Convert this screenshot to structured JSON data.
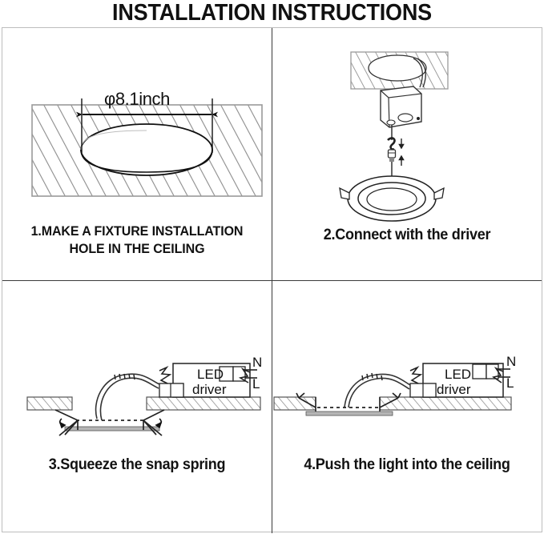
{
  "document": {
    "title": "INSTALLATION INSTRUCTIONS"
  },
  "panels": [
    {
      "number": "1",
      "caption": "1.MAKE A FIXTURE INSTALLATION\nHOLE IN THE CEILING",
      "dimension_label": "φ8.1inch",
      "illustration": "ceiling-cross-section-with-round-hole"
    },
    {
      "number": "2",
      "caption": "2.Connect with the driver",
      "illustration": "driver-box-hanging-below-ceiling-connected-to-downlight"
    },
    {
      "number": "3",
      "caption": "3.Squeeze the snap spring",
      "illustration": "downlight-below-ceiling-with-springs-squeezed",
      "driver_label_line1": "LED",
      "driver_label_line2": "driver",
      "terminal_n": "N",
      "terminal_l": "L"
    },
    {
      "number": "4",
      "caption": "4.Push the light into the ceiling",
      "illustration": "downlight-flush-mounted-in-ceiling",
      "driver_label_line1": "LED",
      "driver_label_line2": "driver",
      "terminal_n": "N",
      "terminal_l": "L"
    }
  ],
  "colors": {
    "ink": "#111111",
    "hatch": "#8c8c8c",
    "panel_border": "#bdbdbd",
    "divider": "#3a3a3a",
    "background": "#ffffff"
  }
}
